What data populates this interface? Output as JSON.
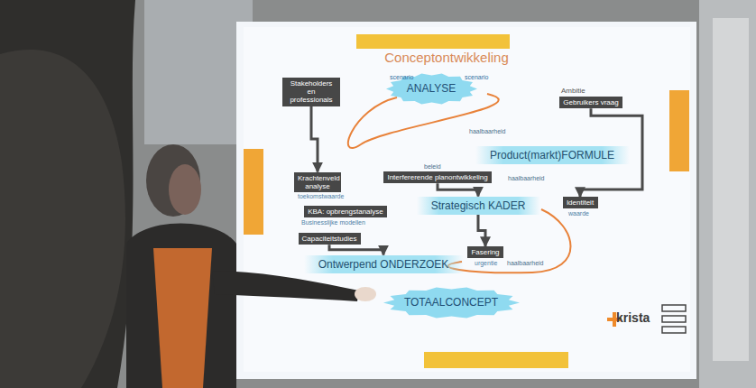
{
  "diagram": {
    "title": "Conceptontwikkeling",
    "nodes": [
      {
        "text": [
          "Stakeholders en professionals"
        ]
      },
      {
        "text": [
          "ANALYSE"
        ]
      },
      {
        "text": [
          "Gebruikers vraag"
        ]
      },
      {
        "text": [
          "Product(markt)FORMULE"
        ]
      },
      {
        "text": [
          "Krachtenveld analyse"
        ]
      },
      {
        "text": [
          "Interfererende planontwikkeling"
        ]
      },
      {
        "text": [
          "Strategisch KADER"
        ]
      },
      {
        "text": [
          "KBA: opbrengstanalyse"
        ]
      },
      {
        "text": [
          "Capaciteitstudies"
        ]
      },
      {
        "text": [
          "Identiteit"
        ]
      },
      {
        "text": [
          "Ontwerpend ONDERZOEK"
        ]
      },
      {
        "text": [
          "Fasering"
        ]
      },
      {
        "text": [
          "TOTAALCONCEPT"
        ]
      }
    ],
    "edges": [
      {
        "from": 0,
        "to": 4,
        "arrow": "to"
      },
      {
        "from": 2,
        "to": 9,
        "arrow": "to"
      },
      {
        "from": 5,
        "to": 6,
        "arrow": "to"
      },
      {
        "from": 8,
        "to": 10,
        "arrow": "to"
      },
      {
        "from": 6,
        "to": 11,
        "arrow": "to"
      }
    ],
    "labels": [
      "scenario",
      "scenario",
      "Ambitie",
      "haalbaarheid",
      "beleid",
      "toekomstwaarde",
      "haalbaarheid",
      "Businesslijke modellen",
      "waarde",
      "urgentie",
      "haalbaarheid",
      "krista"
    ]
  }
}
